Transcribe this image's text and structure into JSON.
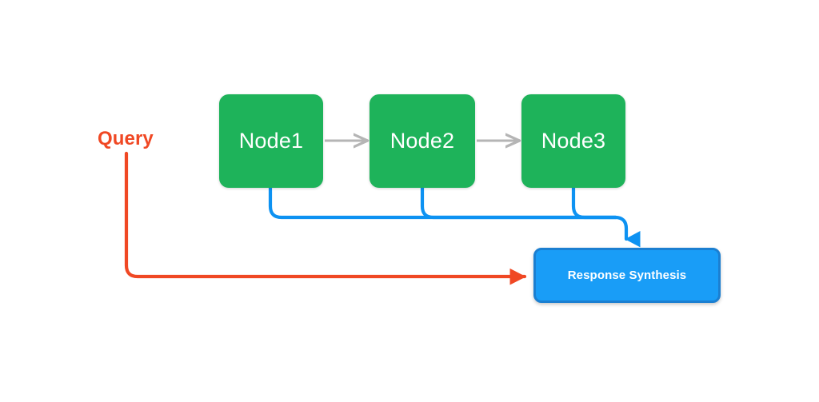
{
  "diagram": {
    "title": "Query routed through node chain into response synthesis",
    "background": "#ffffff",
    "colors": {
      "node_fill": "#1eb35a",
      "node_text": "#ffffff",
      "synthesis_fill": "#199df7",
      "synthesis_border": "#1b7fd1",
      "synthesis_text": "#ffffff",
      "query_red": "#f04824",
      "wire_blue": "#0d92f2",
      "wire_gray": "#b5b5b5"
    },
    "nodes": [
      {
        "id": "node1",
        "label": "Node1"
      },
      {
        "id": "node2",
        "label": "Node2"
      },
      {
        "id": "node3",
        "label": "Node3"
      }
    ],
    "synthesis": {
      "label": "Response Synthesis"
    },
    "query": {
      "label": "Query"
    },
    "connectors": [
      {
        "name": "node1-to-node2",
        "kind": "arrow",
        "color": "#b5b5b5"
      },
      {
        "name": "node2-to-node3",
        "kind": "arrow",
        "color": "#b5b5b5"
      },
      {
        "name": "node1-to-synthesis",
        "kind": "elbow",
        "color": "#0d92f2"
      },
      {
        "name": "node2-to-synthesis",
        "kind": "elbow",
        "color": "#0d92f2"
      },
      {
        "name": "node3-to-synthesis",
        "kind": "elbow-arrow",
        "color": "#0d92f2"
      },
      {
        "name": "query-to-synthesis",
        "kind": "elbow-arrow",
        "color": "#f04824"
      }
    ]
  }
}
